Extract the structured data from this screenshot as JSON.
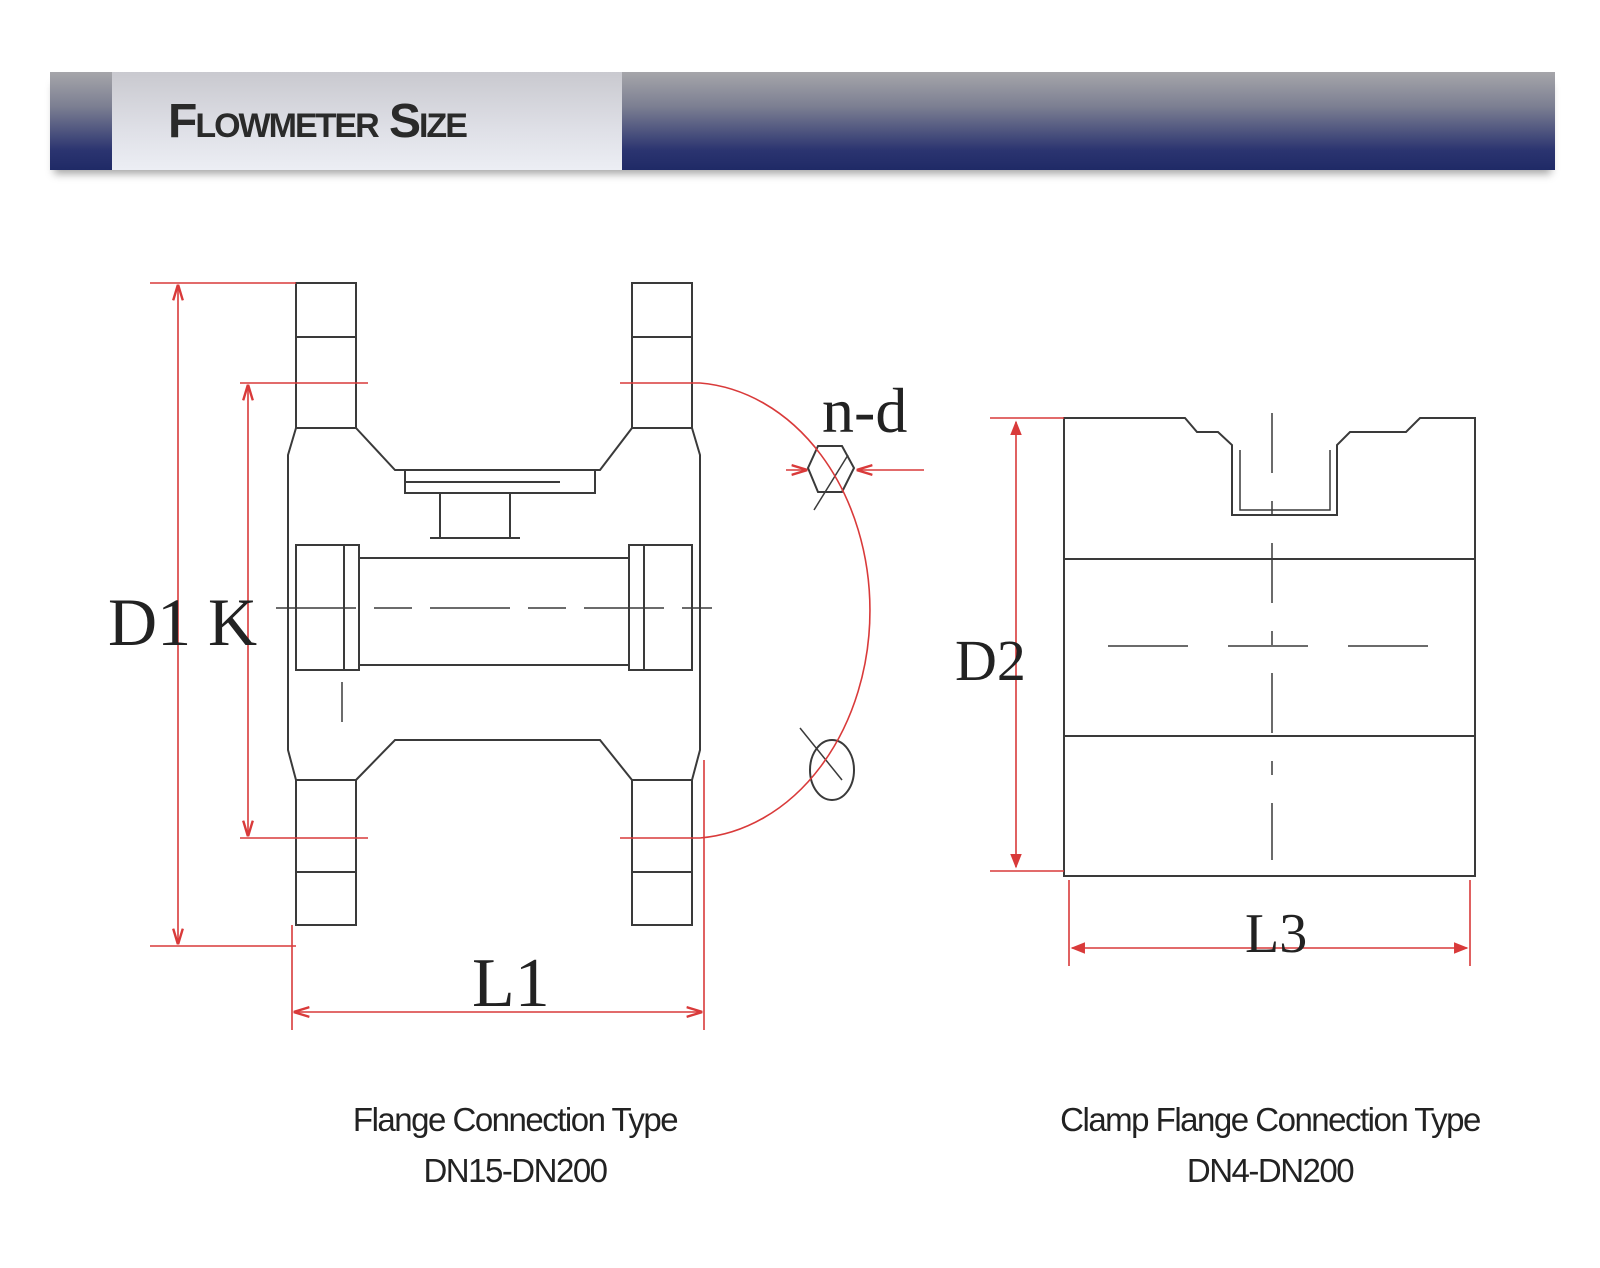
{
  "header": {
    "title": "Flowmeter Size"
  },
  "flange": {
    "labels": {
      "d1": "D1",
      "k": "K",
      "l1": "L1",
      "nd": "n-d"
    },
    "caption_line1": "Flange Connection Type",
    "caption_line2": "DN15-DN200"
  },
  "clamp": {
    "labels": {
      "d2": "D2",
      "l3": "L3"
    },
    "caption_line1": "Clamp Flange Connection  Type",
    "caption_line2": "DN4-DN200"
  },
  "colors": {
    "banner_dark": "#1f2a66",
    "dimension": "#d93a3a",
    "outline": "#3a3a3a"
  }
}
